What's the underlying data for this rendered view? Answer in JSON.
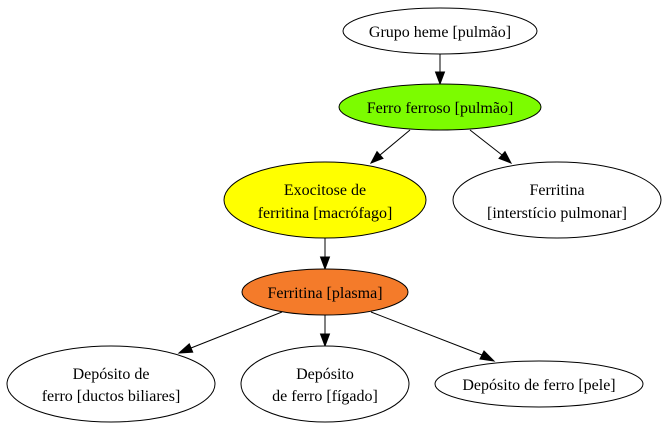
{
  "diagram": {
    "nodes": [
      {
        "id": "n1",
        "lines": [
          "Grupo heme [pulmão]"
        ],
        "fill": "#ffffff"
      },
      {
        "id": "n2",
        "lines": [
          "Ferro ferroso [pulmão]"
        ],
        "fill": "#7cfc00"
      },
      {
        "id": "n3",
        "lines": [
          "Exocitose de",
          "ferritina [macrófago]"
        ],
        "fill": "#ffff00"
      },
      {
        "id": "n4",
        "lines": [
          "Ferritina",
          "[interstício pulmonar]"
        ],
        "fill": "#ffffff"
      },
      {
        "id": "n5",
        "lines": [
          "Ferritina [plasma]"
        ],
        "fill": "#f47b2a"
      },
      {
        "id": "n6",
        "lines": [
          "Depósito de",
          "ferro [ductos biliares]"
        ],
        "fill": "#ffffff"
      },
      {
        "id": "n7",
        "lines": [
          "Depósito",
          "de ferro [fígado]"
        ],
        "fill": "#ffffff"
      },
      {
        "id": "n8",
        "lines": [
          "Depósito de ferro [pele]"
        ],
        "fill": "#ffffff"
      }
    ],
    "edges": [
      {
        "from": "n1",
        "to": "n2"
      },
      {
        "from": "n2",
        "to": "n3"
      },
      {
        "from": "n2",
        "to": "n4"
      },
      {
        "from": "n3",
        "to": "n5"
      },
      {
        "from": "n5",
        "to": "n6"
      },
      {
        "from": "n5",
        "to": "n7"
      },
      {
        "from": "n5",
        "to": "n8"
      }
    ]
  }
}
